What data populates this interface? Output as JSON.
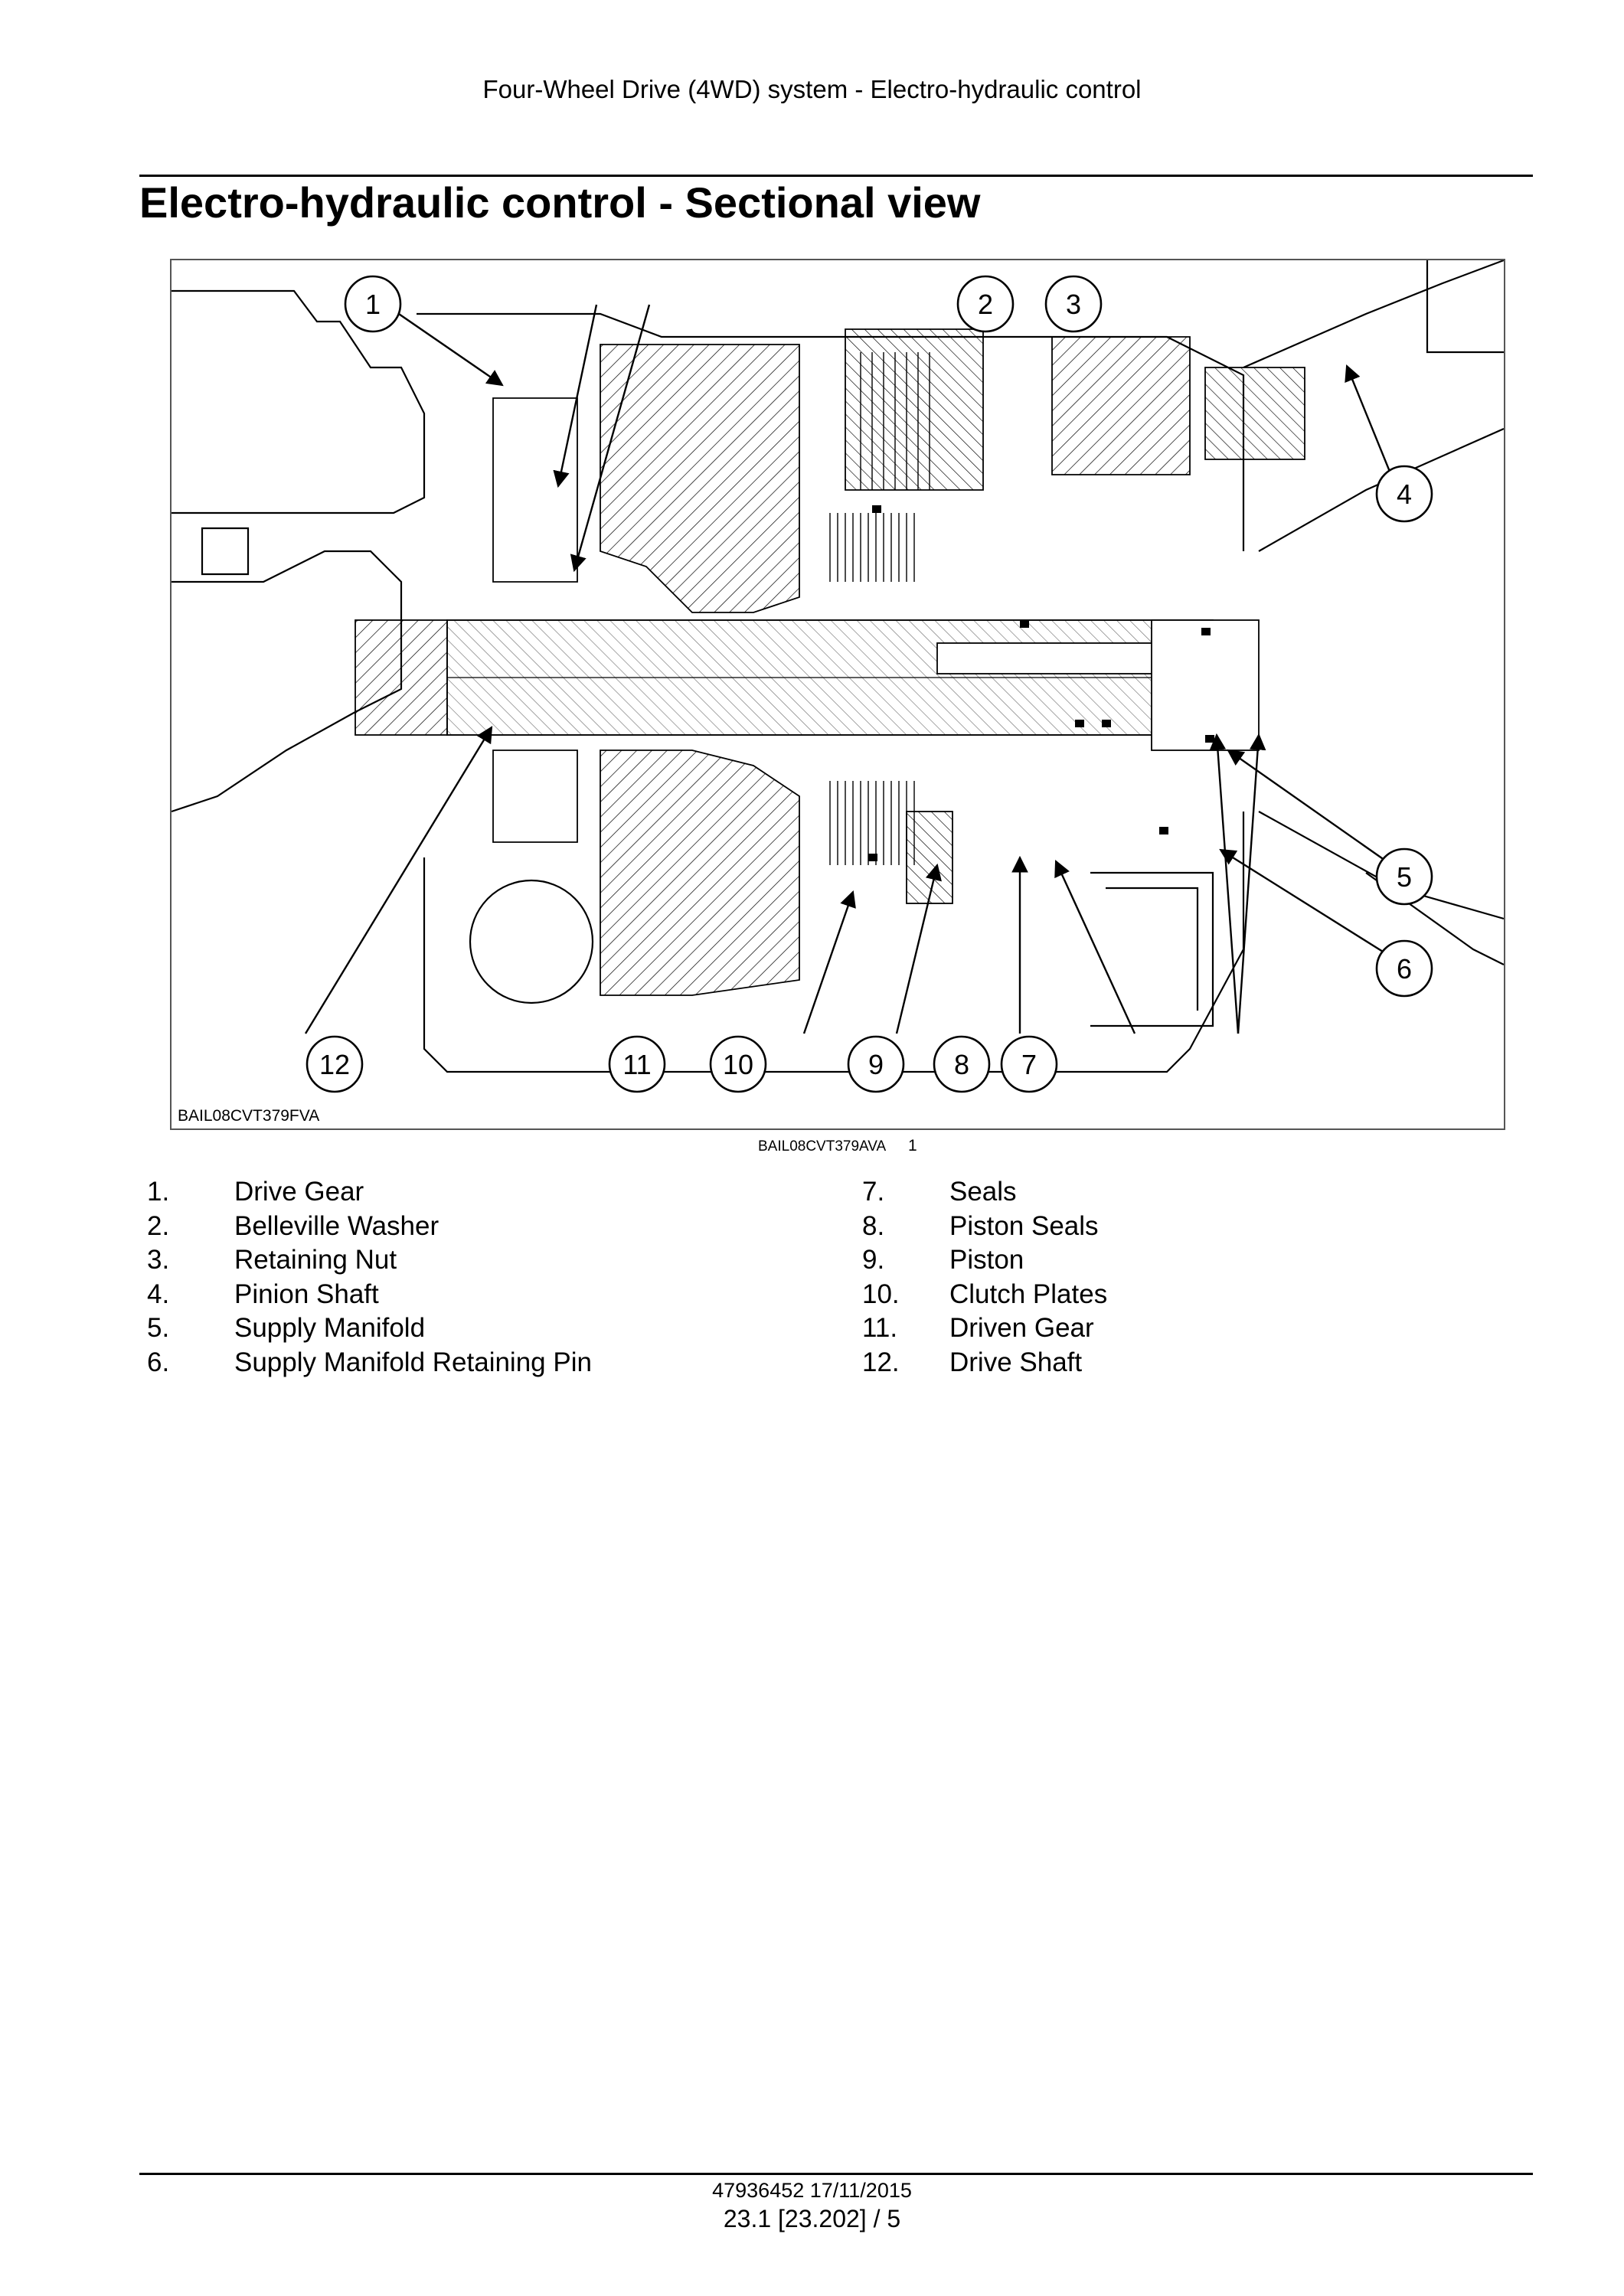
{
  "header": {
    "running_title": "Four-Wheel Drive (4WD) system - Electro-hydraulic control"
  },
  "page_title": "Electro-hydraulic control - Sectional view",
  "figure": {
    "code": "BAIL08CVT379FVA",
    "reference": "BAIL08CVT379AVA",
    "number": "1",
    "callouts": [
      "1",
      "2",
      "3",
      "4",
      "5",
      "6",
      "7",
      "8",
      "9",
      "10",
      "11",
      "12"
    ]
  },
  "legend": {
    "left": [
      {
        "num": "1.",
        "label": "Drive Gear"
      },
      {
        "num": "2.",
        "label": "Belleville Washer"
      },
      {
        "num": "3.",
        "label": "Retaining Nut"
      },
      {
        "num": "4.",
        "label": "Pinion Shaft"
      },
      {
        "num": "5.",
        "label": "Supply Manifold"
      },
      {
        "num": "6.",
        "label": "Supply Manifold Retaining Pin"
      }
    ],
    "right": [
      {
        "num": "7.",
        "label": "Seals"
      },
      {
        "num": "8.",
        "label": "Piston Seals"
      },
      {
        "num": "9.",
        "label": "Piston"
      },
      {
        "num": "10.",
        "label": "Clutch Plates"
      },
      {
        "num": "11.",
        "label": "Driven Gear"
      },
      {
        "num": "12.",
        "label": "Drive Shaft"
      }
    ]
  },
  "footer": {
    "doc_ref": "47936452 17/11/2015",
    "page": "23.1 [23.202] / 5"
  }
}
